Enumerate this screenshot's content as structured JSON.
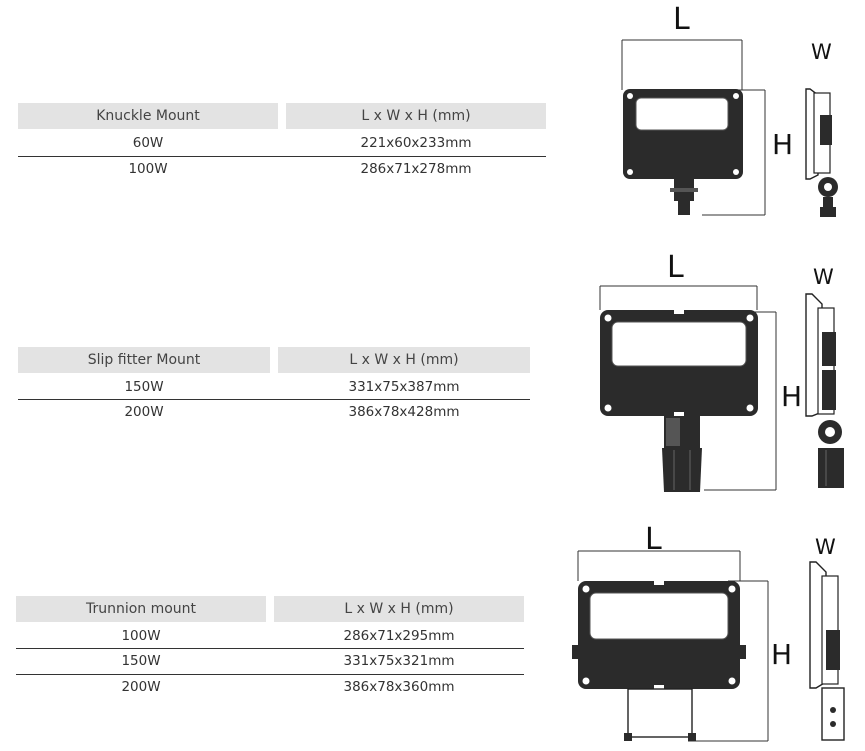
{
  "tables": [
    {
      "mount": "Knuckle Mount",
      "dims_header": "L x W x H (mm)",
      "rows": [
        {
          "watt": "60W",
          "dims": "221x60x233mm"
        },
        {
          "watt": "100W",
          "dims": "286x71x278mm"
        }
      ]
    },
    {
      "mount": "Slip fitter Mount",
      "dims_header": "L x W x H (mm)",
      "rows": [
        {
          "watt": "150W",
          "dims": "331x75x387mm"
        },
        {
          "watt": "200W",
          "dims": "386x78x428mm"
        }
      ]
    },
    {
      "mount": "Trunnion mount",
      "dims_header": "L x W x H (mm)",
      "rows": [
        {
          "watt": "100W",
          "dims": "286x71x295mm"
        },
        {
          "watt": "150W",
          "dims": "331x75x321mm"
        },
        {
          "watt": "200W",
          "dims": "386x78x360mm"
        }
      ]
    }
  ],
  "dimension_labels": {
    "length": "L",
    "width": "W",
    "height": "H"
  }
}
